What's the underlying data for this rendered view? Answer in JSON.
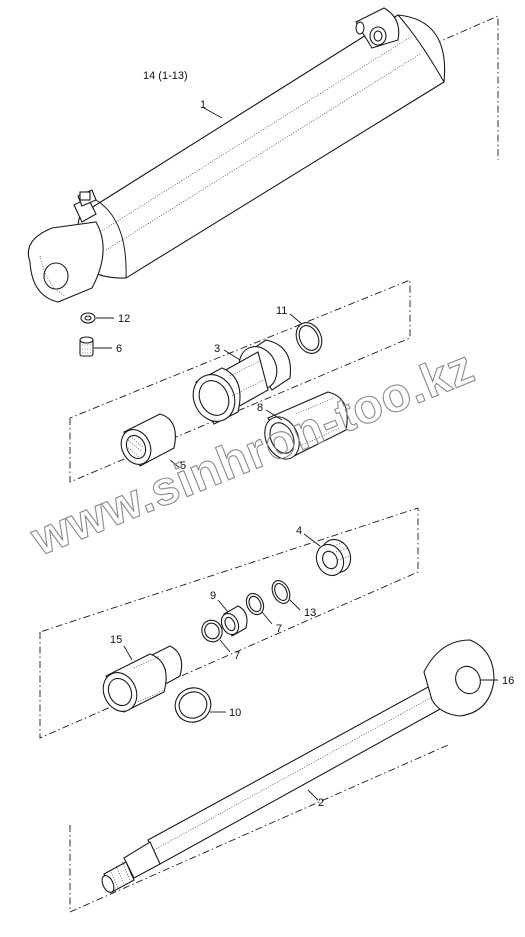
{
  "assembly": {
    "label": "14 (1-13)"
  },
  "callouts": {
    "p1": "1",
    "p2": "2",
    "p3": "3",
    "p4": "4",
    "p5": "5",
    "p6": "6",
    "p7a": "7",
    "p7b": "7",
    "p8": "8",
    "p9": "9",
    "p10": "10",
    "p11": "11",
    "p12": "12",
    "p13": "13",
    "p15": "15",
    "p16": "16"
  },
  "watermark": {
    "text": "www.sinhron-too.kz"
  }
}
